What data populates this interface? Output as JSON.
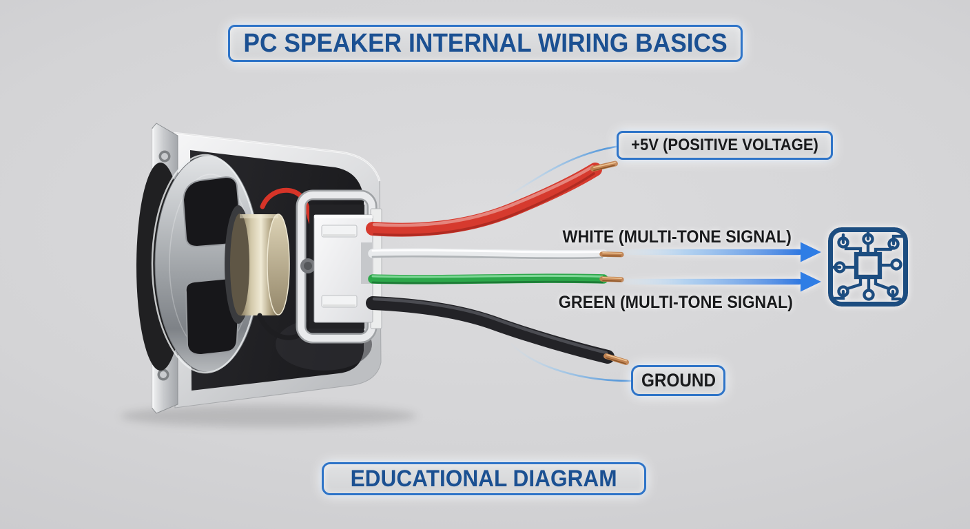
{
  "page": {
    "title": "PC SPEAKER INTERNAL WIRING BASICS",
    "footer_badge": "EDUCATIONAL DIAGRAM"
  },
  "diagram": {
    "subject": "pc-speaker-internal-wiring",
    "wires": [
      {
        "id": "red",
        "hex": "#d63a2e",
        "label": "+5V (POSITIVE VOLTAGE)",
        "label_style": "boxed"
      },
      {
        "id": "white",
        "hex": "#e9ebed",
        "label": "WHITE (MULTI-TONE SIGNAL)",
        "label_style": "plain"
      },
      {
        "id": "green",
        "hex": "#2ca74a",
        "label": "GREEN (MULTI-TONE SIGNAL)",
        "label_style": "plain"
      },
      {
        "id": "black",
        "hex": "#232327",
        "label": "GROUND",
        "label_style": "boxed"
      }
    ],
    "icons": [
      {
        "name": "circuit-chip-icon"
      }
    ],
    "colors": {
      "background": "#d2d3d5",
      "badge_border_blue": "#2e74c8",
      "title_blue": "#1b5092",
      "label_text": "#191a1c",
      "arrow_blue": "#2f7de5",
      "chip_blue": "#1d4e80",
      "copper": "#c08251",
      "magnet_brass": "#c9bc98"
    }
  }
}
